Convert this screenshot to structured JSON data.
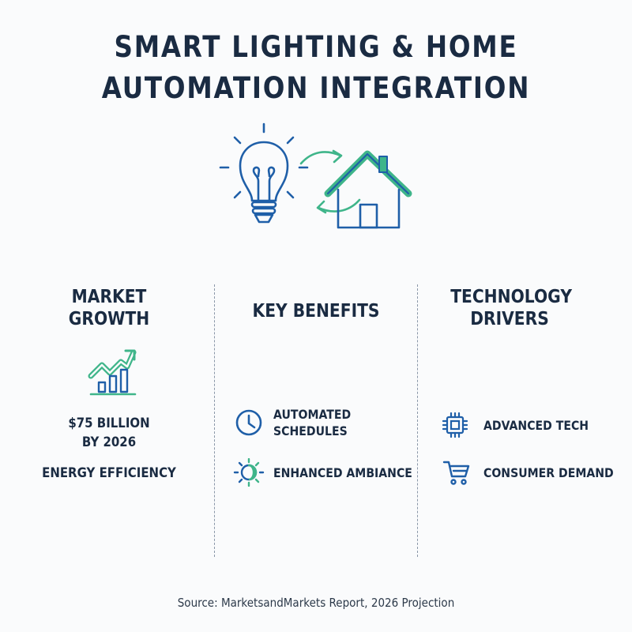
{
  "title": {
    "line1": "SMART LIGHTING & HOME",
    "line2": "AUTOMATION INTEGRATION"
  },
  "hero": {
    "icons": [
      "light-bulb-icon",
      "exchange-arrows-icon",
      "house-icon"
    ]
  },
  "market_growth": {
    "heading_line1": "MARKET",
    "heading_line2": "GROWTH",
    "icon": "growth-chart-icon",
    "stat_line1": "$75 BILLION",
    "stat_line2": "BY 2026",
    "benefit": "ENERGY EFFICIENCY"
  },
  "key_benefits": {
    "heading": "KEY BENEFITS",
    "items": [
      {
        "icon": "clock-icon",
        "line1": "AUTOMATED",
        "line2": "SCHEDULES"
      },
      {
        "icon": "ambiance-sun-icon",
        "line1": "ENHANCED AMBIANCE"
      }
    ]
  },
  "technology_drivers": {
    "heading_line1": "TECHNOLOGY",
    "heading_line2": "DRIVERS",
    "items": [
      {
        "icon": "chip-icon",
        "label": "ADVANCED TECH"
      },
      {
        "icon": "cart-icon",
        "label": "CONSUMER DEMAND"
      }
    ]
  },
  "source": "Source: MarketsandMarkets Report, 2026 Projection",
  "colors": {
    "navy": "#1a2b42",
    "blue": "#1f5fa8",
    "green": "#3fb58a",
    "divider": "#8a97a8"
  }
}
